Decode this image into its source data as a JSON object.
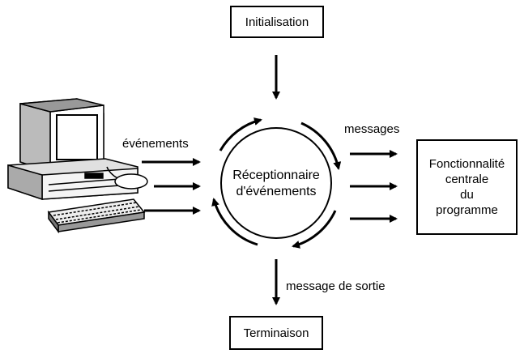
{
  "nodes": {
    "init": "Initialisation",
    "center": [
      "Réceptionnaire",
      "d'événements"
    ],
    "core": [
      "Fonctionnalité",
      "centrale",
      "du",
      "programme"
    ],
    "term": "Terminaison"
  },
  "edges": {
    "events": "événements",
    "messages": "messages",
    "exit": "message de sortie"
  },
  "colors": {
    "stroke": "#000000",
    "background": "#ffffff"
  },
  "icons": {
    "computer": "desktop-computer-icon"
  }
}
